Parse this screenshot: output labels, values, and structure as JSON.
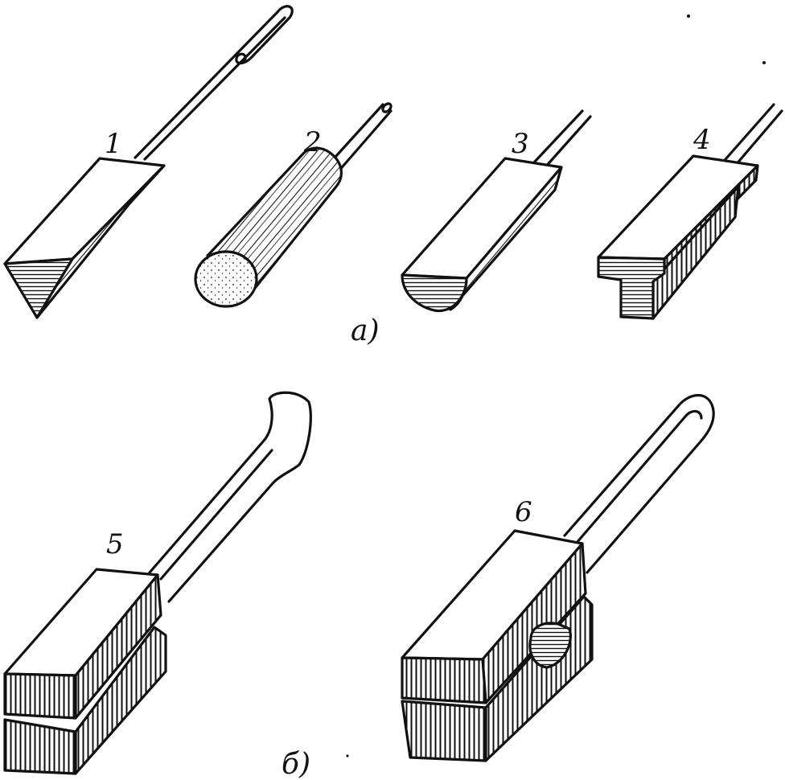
{
  "figure": {
    "group_a_caption": "а)",
    "group_b_caption": "б)",
    "tools": [
      {
        "label": "1"
      },
      {
        "label": "2"
      },
      {
        "label": "3"
      },
      {
        "label": "4"
      },
      {
        "label": "5"
      },
      {
        "label": "6"
      }
    ]
  },
  "colors": {
    "ink": "#111111",
    "paper": "#ffffff"
  }
}
